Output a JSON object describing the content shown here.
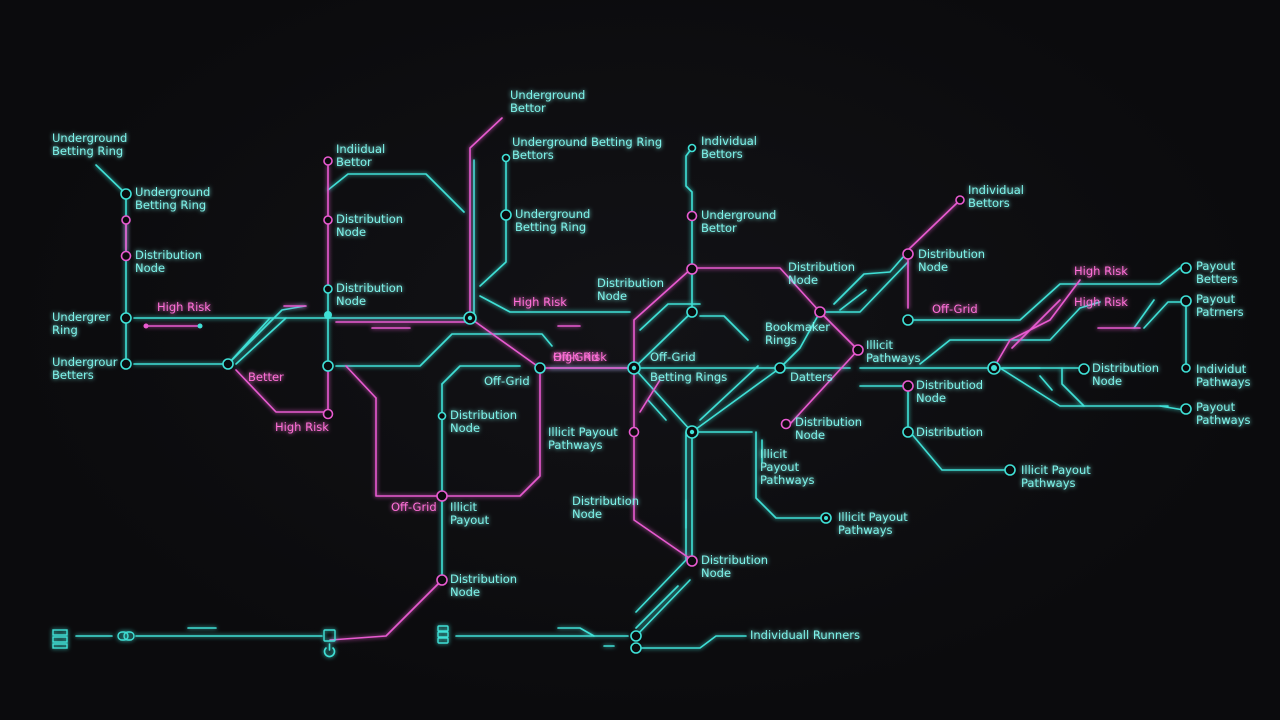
{
  "colors": {
    "cyan": "#3fe0d6",
    "magenta": "#e85ad0",
    "background": "#0b0b0d"
  },
  "labels": [
    {
      "id": "l1",
      "lines": [
        "Underground",
        "Betting Ring"
      ],
      "color": "cyan"
    },
    {
      "id": "l2",
      "lines": [
        "Underground",
        "Betting Ring"
      ],
      "color": "cyan"
    },
    {
      "id": "l3",
      "lines": [
        "Distribution",
        "Node"
      ],
      "color": "cyan"
    },
    {
      "id": "l4",
      "lines": [
        "Undergrer",
        "Ring"
      ],
      "color": "cyan"
    },
    {
      "id": "l5",
      "lines": [
        "Undergrour",
        "Betters"
      ],
      "color": "cyan"
    },
    {
      "id": "l6",
      "lines": [
        "High Risk"
      ],
      "color": "magenta"
    },
    {
      "id": "l7",
      "lines": [
        "Better"
      ],
      "color": "magenta"
    },
    {
      "id": "l8",
      "lines": [
        "High Risk"
      ],
      "color": "magenta"
    },
    {
      "id": "l9",
      "lines": [
        "Indiidual",
        "Bettor"
      ],
      "color": "cyan"
    },
    {
      "id": "l10",
      "lines": [
        "Distribution",
        "Node"
      ],
      "color": "cyan"
    },
    {
      "id": "l11",
      "lines": [
        "Distribution",
        "Node"
      ],
      "color": "cyan"
    },
    {
      "id": "l12",
      "lines": [
        "Underground",
        "Bettor"
      ],
      "color": "cyan"
    },
    {
      "id": "l13",
      "lines": [
        "Underground Betting Ring",
        "Bettors"
      ],
      "color": "cyan"
    },
    {
      "id": "l14",
      "lines": [
        "Underground",
        "Betting Ring"
      ],
      "color": "cyan"
    },
    {
      "id": "l15",
      "lines": [
        "High Risk"
      ],
      "color": "magenta"
    },
    {
      "id": "l16",
      "lines": [
        "Off-Grid"
      ],
      "color": "cyan"
    },
    {
      "id": "l17",
      "lines": [
        "Distribution",
        "Node"
      ],
      "color": "cyan"
    },
    {
      "id": "l18",
      "lines": [
        "Off-Grid"
      ],
      "color": "magenta"
    },
    {
      "id": "l19",
      "lines": [
        "Illicit",
        "Payout"
      ],
      "color": "cyan"
    },
    {
      "id": "l20",
      "lines": [
        "Distribution",
        "Node"
      ],
      "color": "cyan"
    },
    {
      "id": "l21",
      "lines": [
        "Off-Grid"
      ],
      "color": "magenta"
    },
    {
      "id": "l22",
      "lines": [
        "Illicit Payout",
        "Pathways"
      ],
      "color": "cyan"
    },
    {
      "id": "l23",
      "lines": [
        "High Risk"
      ],
      "color": "magenta"
    },
    {
      "id": "l24",
      "lines": [
        "Distribution",
        "Node"
      ],
      "color": "cyan"
    },
    {
      "id": "l25",
      "lines": [
        "Off-Grid"
      ],
      "color": "cyan"
    },
    {
      "id": "l26",
      "lines": [
        "Betting Rings"
      ],
      "color": "cyan"
    },
    {
      "id": "l27",
      "lines": [
        "Distribution",
        "Node"
      ],
      "color": "cyan"
    },
    {
      "id": "l28",
      "lines": [
        "Individual",
        "Bettors"
      ],
      "color": "cyan"
    },
    {
      "id": "l29",
      "lines": [
        "Underground",
        "Bettor"
      ],
      "color": "cyan"
    },
    {
      "id": "l30",
      "lines": [
        "Distribution",
        "Node"
      ],
      "color": "cyan"
    },
    {
      "id": "l31",
      "lines": [
        "Bookmaker",
        "Rings"
      ],
      "color": "cyan"
    },
    {
      "id": "l32",
      "lines": [
        "Datters"
      ],
      "color": "cyan"
    },
    {
      "id": "l33",
      "lines": [
        "Distribution",
        "Node"
      ],
      "color": "cyan"
    },
    {
      "id": "l34",
      "lines": [
        "Illicit",
        "Payout",
        "Pathways"
      ],
      "color": "cyan"
    },
    {
      "id": "l35",
      "lines": [
        "Illicit Payout",
        "Pathways"
      ],
      "color": "cyan"
    },
    {
      "id": "l36",
      "lines": [
        "Distribution",
        "Node"
      ],
      "color": "cyan"
    },
    {
      "id": "l37",
      "lines": [
        "Individuall Runners"
      ],
      "color": "cyan"
    },
    {
      "id": "l38",
      "lines": [
        "Individual",
        "Bettors"
      ],
      "color": "cyan"
    },
    {
      "id": "l39",
      "lines": [
        "Distribution",
        "Node"
      ],
      "color": "cyan"
    },
    {
      "id": "l40",
      "lines": [
        "Off-Grid"
      ],
      "color": "magenta"
    },
    {
      "id": "l41",
      "lines": [
        "Illicit",
        "Pathways"
      ],
      "color": "cyan"
    },
    {
      "id": "l42",
      "lines": [
        "Distributiod",
        "Node"
      ],
      "color": "cyan"
    },
    {
      "id": "l43",
      "lines": [
        "Distribution"
      ],
      "color": "cyan"
    },
    {
      "id": "l44",
      "lines": [
        "Illicit Payout",
        "Pathways"
      ],
      "color": "cyan"
    },
    {
      "id": "l45",
      "lines": [
        "High Risk"
      ],
      "color": "magenta"
    },
    {
      "id": "l46",
      "lines": [
        "High Risk"
      ],
      "color": "magenta"
    },
    {
      "id": "l47",
      "lines": [
        "Payout",
        "Betters"
      ],
      "color": "cyan"
    },
    {
      "id": "l48",
      "lines": [
        "Payout",
        "Patrners"
      ],
      "color": "cyan"
    },
    {
      "id": "l49",
      "lines": [
        "Distribution",
        "Node"
      ],
      "color": "cyan"
    },
    {
      "id": "l50",
      "lines": [
        "Individut",
        "Pathways"
      ],
      "color": "cyan"
    },
    {
      "id": "l51",
      "lines": [
        "Payout",
        "Pathways"
      ],
      "color": "cyan"
    }
  ],
  "icons": [
    "server-icon",
    "link-icon",
    "square-node-icon",
    "power-icon",
    "database-icon"
  ]
}
